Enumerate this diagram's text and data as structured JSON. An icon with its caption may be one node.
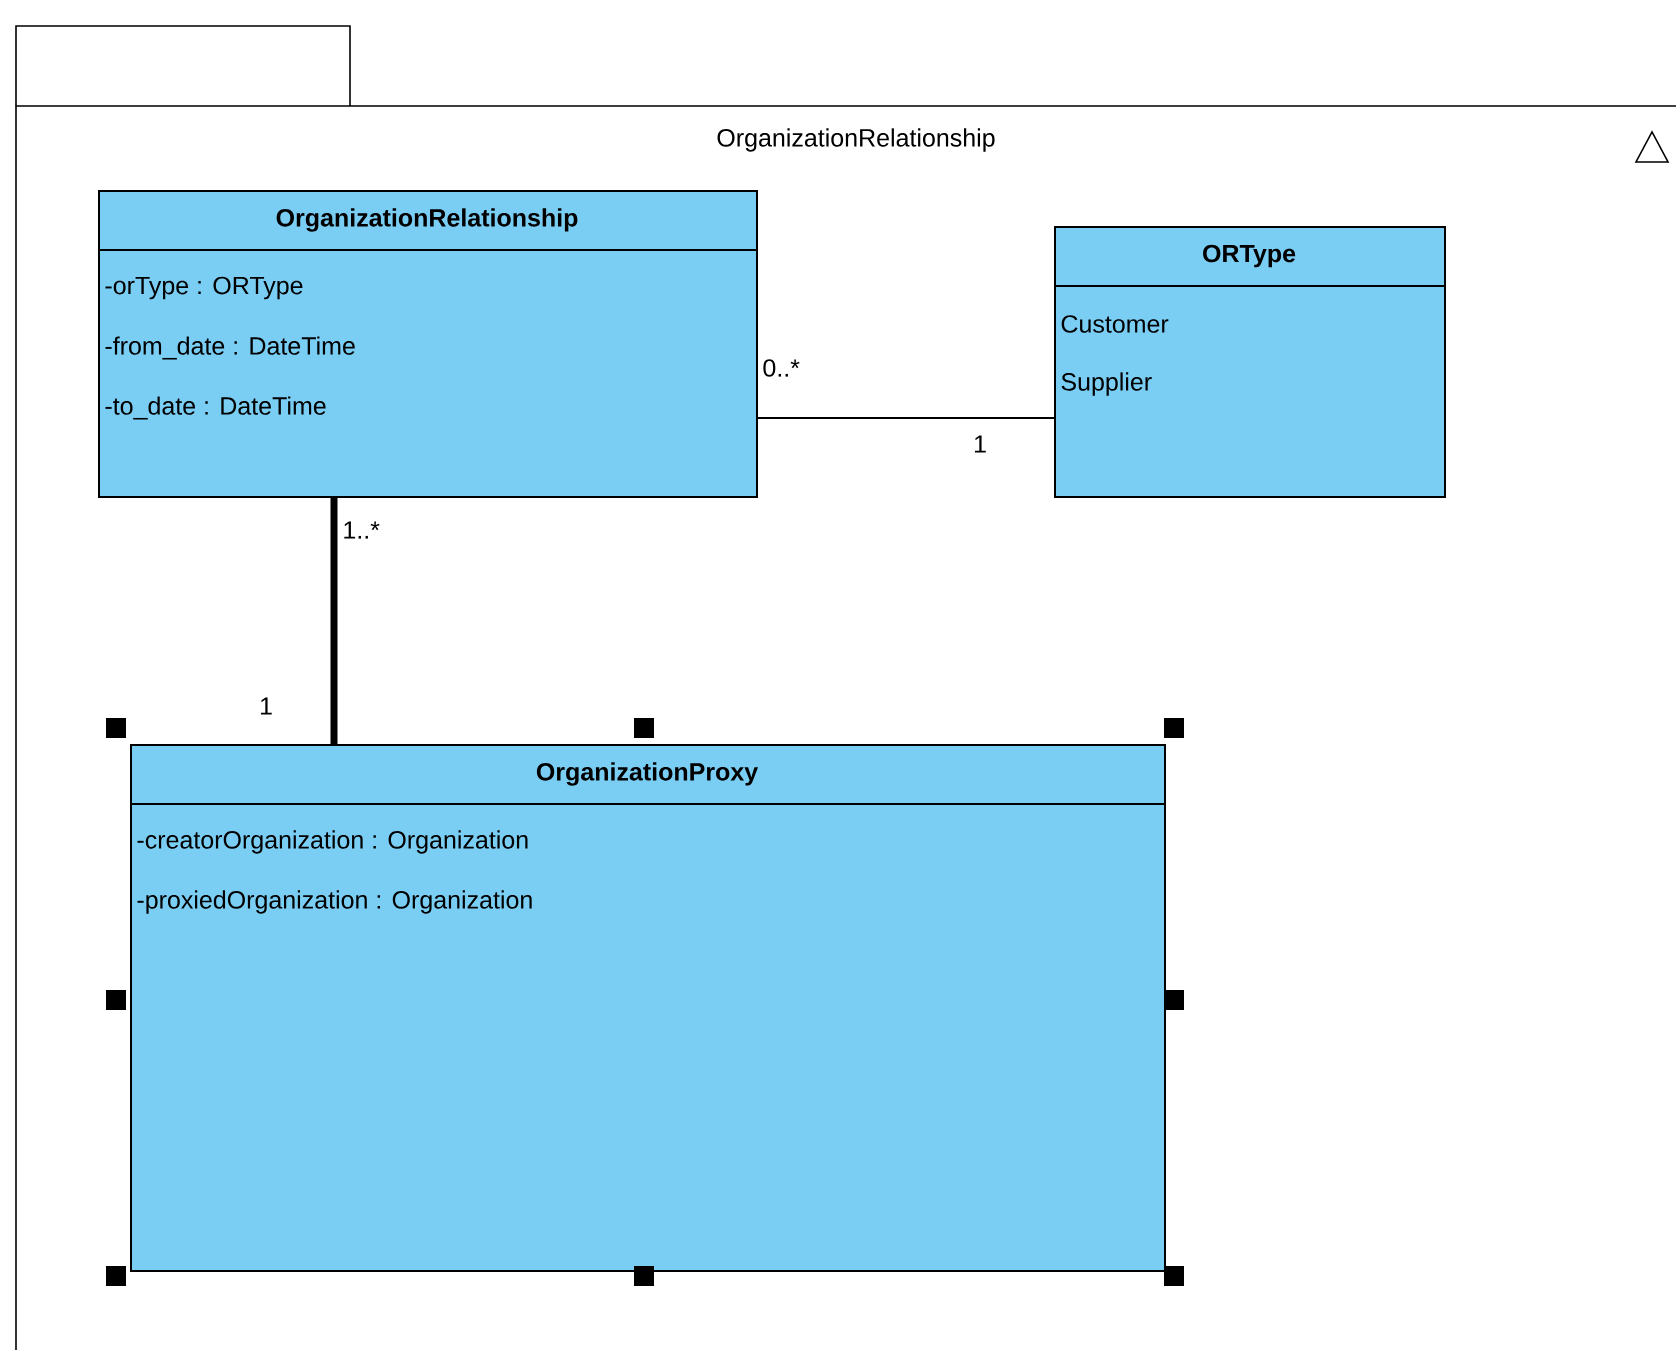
{
  "diagram": {
    "nodes": [
      {
        "text": [
          "OrganizationRelationship"
        ]
      },
      {
        "text": [
          "OrganizationRelationship",
          "-orType : ORType",
          "-from_date : DateTime",
          "-to_date : DateTime"
        ],
        "in": 0
      },
      {
        "text": [
          "ORType",
          "Customer",
          "Supplier"
        ],
        "in": 0
      },
      {
        "text": [
          "OrganizationProxy",
          "-creatorOrganization : Organization",
          "-proxiedOrganization : Organization"
        ],
        "in": 0
      }
    ],
    "edges": [
      {
        "from": 1,
        "to": 2,
        "arrow": "none"
      },
      {
        "from": 1,
        "to": 3,
        "arrow": "none",
        "style": "thick"
      }
    ],
    "labels": [
      "0..*",
      "1",
      "1..*",
      "1"
    ]
  }
}
